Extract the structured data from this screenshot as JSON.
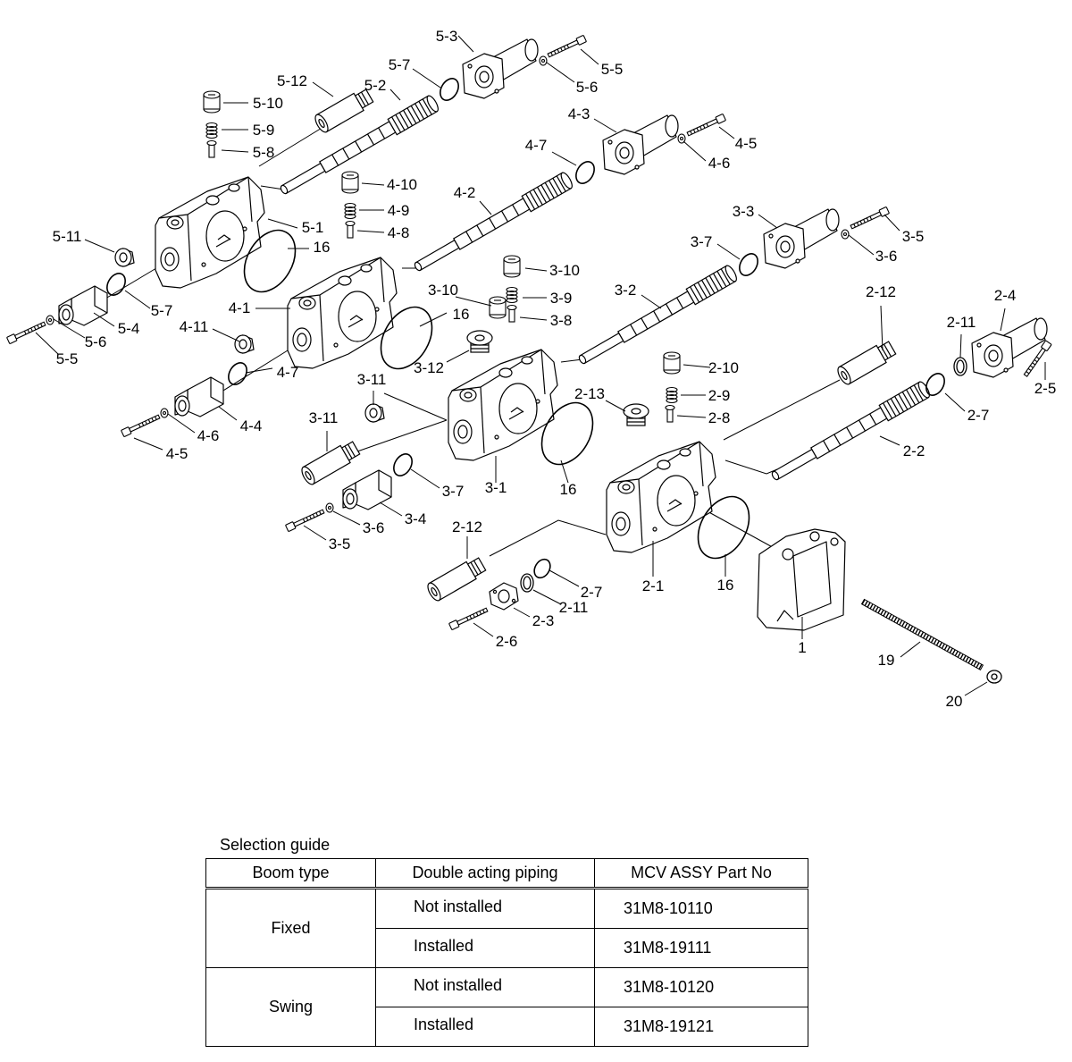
{
  "callouts": [
    "5-3",
    "5-7",
    "5-5",
    "5-6",
    "5-12",
    "5-2",
    "5-10",
    "5-9",
    "5-8",
    "4-3",
    "4-7",
    "4-5",
    "4-6",
    "4-10",
    "4-2",
    "4-9",
    "4-8",
    "5-1",
    "5-11",
    "16",
    "3-3",
    "3-5",
    "3-7",
    "3-6",
    "5-7",
    "5-4",
    "5-6",
    "5-5",
    "4-1",
    "16",
    "4-11",
    "3-10",
    "3-10",
    "3-9",
    "3-8",
    "3-2",
    "2-12",
    "2-4",
    "2-11",
    "3-12",
    "4-7",
    "3-11",
    "2-10",
    "2-5",
    "2-7",
    "2-13",
    "2-9",
    "2-8",
    "3-11",
    "4-4",
    "4-6",
    "4-5",
    "2-2",
    "3-7",
    "3-1",
    "16",
    "3-4",
    "3-6",
    "3-5",
    "2-12",
    "2-7",
    "2-1",
    "16",
    "2-11",
    "2-3",
    "2-6",
    "1",
    "19",
    "20"
  ],
  "selection_guide": {
    "title": "Selection guide",
    "headers": [
      "Boom type",
      "Double acting piping",
      "MCV ASSY Part No"
    ],
    "rows": [
      {
        "boom_type": "Fixed",
        "options": [
          {
            "piping": "Not installed",
            "part_no": "31M8-10110"
          },
          {
            "piping": "Installed",
            "part_no": "31M8-19111"
          }
        ]
      },
      {
        "boom_type": "Swing",
        "options": [
          {
            "piping": "Not installed",
            "part_no": "31M8-10120"
          },
          {
            "piping": "Installed",
            "part_no": "31M8-19121"
          }
        ]
      }
    ]
  },
  "colors": {
    "line": "#000000",
    "background": "#ffffff"
  }
}
